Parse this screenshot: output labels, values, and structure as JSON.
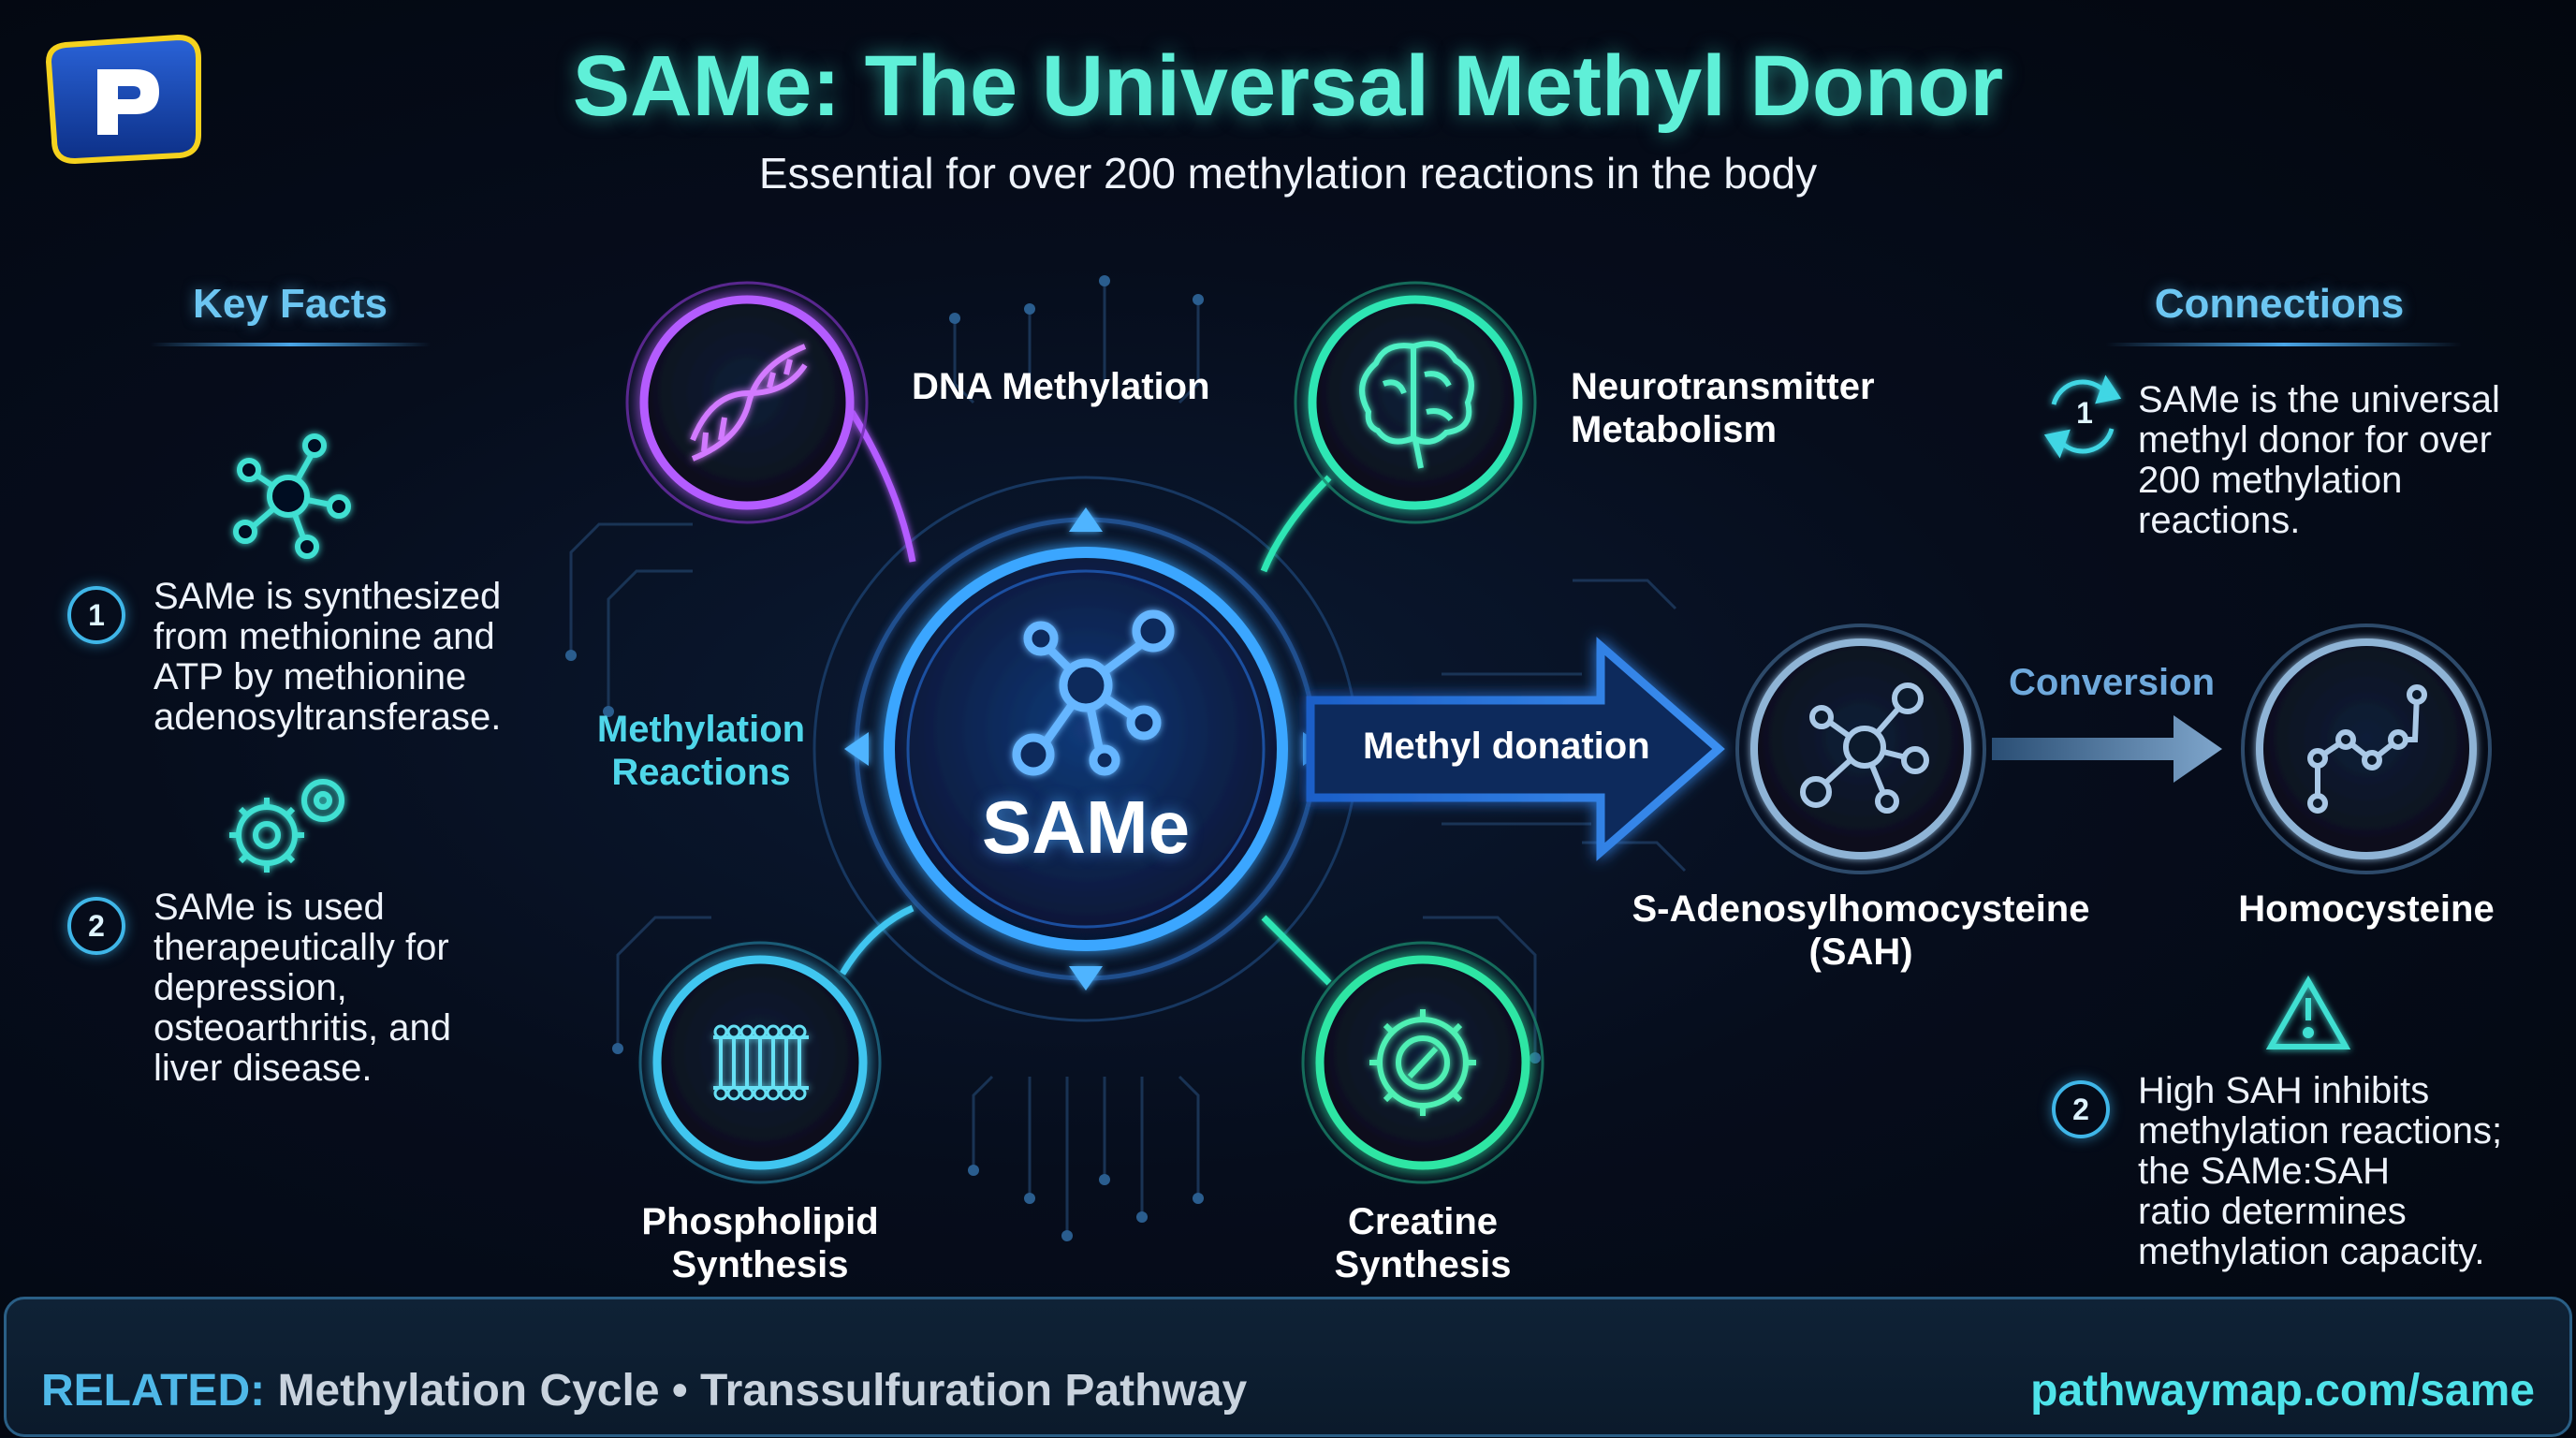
{
  "title": "SAMe: The Universal Methyl Donor",
  "subtitle": "Essential for over 200 methylation reactions in the body",
  "key_facts": {
    "heading": "Key Facts",
    "items": [
      {
        "number": "1",
        "lines": [
          "SAMe is synthesized",
          "from methionine and",
          "ATP by methionine",
          "adenosyltransferase."
        ]
      },
      {
        "number": "2",
        "lines": [
          "SAMe is used",
          "therapeutically for",
          "depression,",
          "osteoarthritis, and",
          "liver disease."
        ]
      }
    ]
  },
  "diagram": {
    "center_label": "SAMe",
    "left_arrow_label": [
      "Methylation",
      "Reactions"
    ],
    "donation_label": "Methyl donation",
    "nodes": {
      "dna": "DNA Methylation",
      "neuro": [
        "Neurotransmitter",
        "Metabolism"
      ],
      "phospholipid": [
        "Phospholipid",
        "Synthesis"
      ],
      "creatine": [
        "Creatine",
        "Synthesis"
      ],
      "sah": [
        "S-Adenosylhomocysteine",
        "(SAH)"
      ],
      "homocysteine": "Homocysteine"
    },
    "conversion_label": "Conversion"
  },
  "connections": {
    "heading": "Connections",
    "items": [
      {
        "number": "1",
        "lines": [
          "SAMe is the universal",
          "methyl donor for over",
          "200 methylation",
          "reactions."
        ]
      },
      {
        "number": "2",
        "lines": [
          "High SAH inhibits",
          "methylation reactions;",
          "the SAMe:SAH",
          "ratio determines",
          "methylation capacity."
        ]
      }
    ]
  },
  "footer": {
    "related_prefix": "RELATED:",
    "related_text": "Methylation Cycle • Transsulfuration Pathway",
    "url": "pathwaymap.com/same"
  },
  "colors": {
    "title": "#5ff0d8",
    "purple": "#b45cff",
    "teal": "#2ee6b4",
    "blue": "#3aa0ff",
    "cyan": "#4fd6ea",
    "steel": "#8fb4d6",
    "warning": "#3fe0d2"
  }
}
